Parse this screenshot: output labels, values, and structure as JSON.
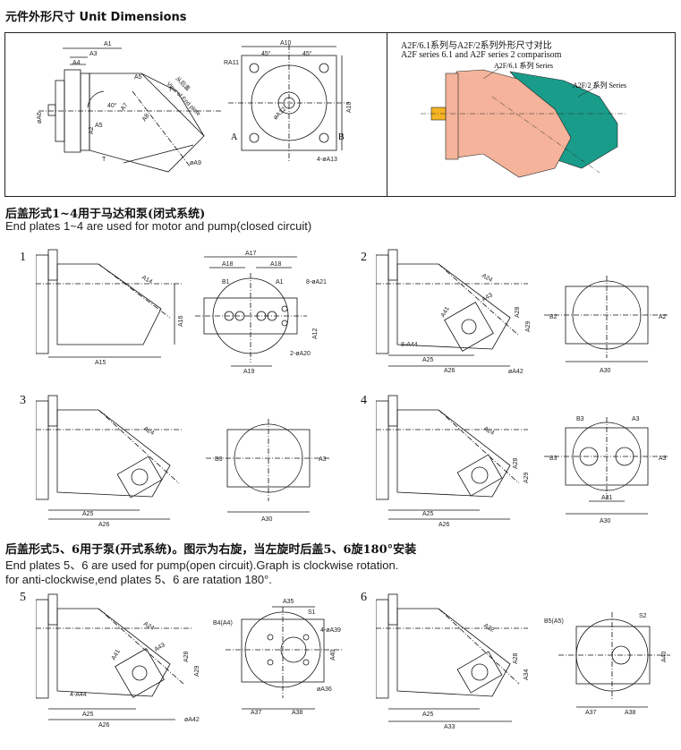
{
  "header": {
    "title": "元件外形尺寸 Unit Dimensions"
  },
  "top_panel": {
    "compare_title_cn": "A2F/6.1系列与A2F/2系列外形尺寸对比",
    "compare_title_en": "A2F series 6.1 and A2F series 2 comparisom",
    "series61_label": "A2F/6.1 系列 Series",
    "series2_label": "A2F/2 系列 Series",
    "side_labels": {
      "A1": "A1",
      "A3": "A3",
      "A4": "A4",
      "A5": "A5",
      "A6": "øA6",
      "A2": "A2",
      "A7": "A7",
      "A8": "A8",
      "A9": "øA9",
      "T": "T",
      "angle": "40°",
      "view_cn": "从后盖",
      "view_en": "View of End plate"
    },
    "front_labels": {
      "A10": "A10",
      "A11": "RA11",
      "A12": "øA12",
      "A13": "4-øA13",
      "deg1": "45°",
      "deg2": "45°",
      "A": "A",
      "B": "B",
      "A10v": "A10"
    }
  },
  "section_closed": {
    "title_cn": "后盖形式1~4用于马达和泵(闭式系统)",
    "title_en": "End plates 1~4 are used for motor and pump(closed circuit)"
  },
  "section_open": {
    "title_cn": "后盖形式5、6用于泵(开式系统)。图示为右旋，当左旋时后盖5、6旋180°安装",
    "line1_en": "End plates 5、6 are used for pump(open circuit).Graph is clockwise rotation.",
    "line2_en": "for anti-clockwise,end plates 5、6 are ratation 180°."
  },
  "plates": {
    "p1": {
      "num": "1",
      "A14": "A14",
      "A16": "A16",
      "A15": "A15",
      "A17": "A17",
      "A18a": "A18",
      "A18b": "A18",
      "B1": "B1",
      "A1": "A1",
      "A21": "8-øA21",
      "A12": "A12",
      "A20": "2-øA20",
      "A19": "A19"
    },
    "p2": {
      "num": "2",
      "A24": "A24",
      "A41": "A41",
      "A43": "A43",
      "A28": "A28",
      "A29": "A29",
      "A44": "8-A44",
      "A25": "A25",
      "A26": "A26",
      "A42": "øA42",
      "B2": "B2",
      "A2": "A2",
      "A30": "A30"
    },
    "p3": {
      "num": "3",
      "A24": "A24",
      "A25": "A25",
      "A26": "A26",
      "B3": "B3",
      "A3": "A3",
      "A30": "A30"
    },
    "p4": {
      "num": "4",
      "A24": "A24",
      "A28": "A28",
      "A29": "A29",
      "A25": "A25",
      "A26": "A26",
      "B3a": "B3",
      "A3a": "A3",
      "B3b": "B3",
      "A3b": "A3",
      "A31": "A31",
      "A30": "A30"
    },
    "p5": {
      "num": "5",
      "A24": "A24",
      "A41": "A41",
      "A43": "A43",
      "A28": "A28",
      "A29": "A29",
      "A44": "4-A44",
      "A25": "A25",
      "A26": "A26",
      "A42": "øA42",
      "A35": "A35",
      "S1": "S1",
      "B4": "B4(A4)",
      "A39": "4-øA39",
      "A40": "A40",
      "A36": "øA36",
      "A37": "A37",
      "A38": "A38"
    },
    "p6": {
      "num": "6",
      "A32": "A32",
      "A28": "A28",
      "A34": "A34",
      "A25": "A25",
      "A33": "A33",
      "B5": "B5(A5)",
      "S2": "S2",
      "A40": "A40",
      "A37": "A37",
      "A38": "A38"
    }
  },
  "colors": {
    "series61": "#f4b39a",
    "series2": "#1a9c8a",
    "shaft": "#f4b322"
  }
}
